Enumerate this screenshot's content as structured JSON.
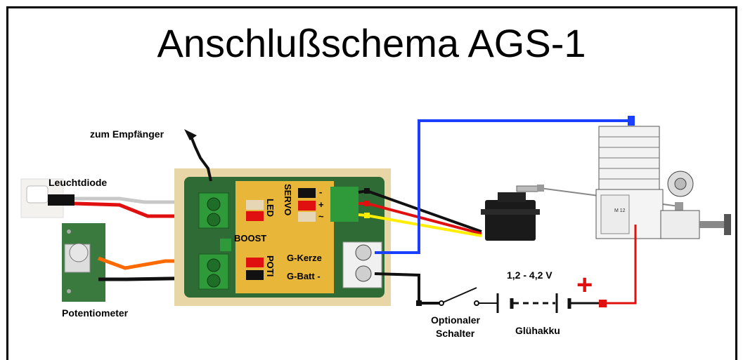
{
  "title": "Anschlußschema AGS-1",
  "labels": {
    "receiver": "zum Empfänger",
    "led": "Leuchtdiode",
    "potentiometer": "Potentiometer",
    "voltage": "1,2 - 4,2 V",
    "battery": "Glühakku",
    "switch_line1": "Optionaler",
    "switch_line2": "Schalter",
    "plus": "+"
  },
  "board": {
    "servo": "SERVO",
    "led": "LED",
    "boost": "BOOST",
    "poti": "POTI",
    "g_kerze": "G-Kerze",
    "g_batt": "G-Batt -",
    "pin_minus": "-",
    "pin_plus": "+",
    "pin_signal": "~"
  },
  "engine_mark": "M 12",
  "colors": {
    "blue_wire": "#1a3fff",
    "red_wire": "#e01010",
    "orange_wire": "#ff6a00",
    "yellow_wire": "#ffee00",
    "board_bg": "#e8d6a6",
    "terminal_green": "#2f9a3a",
    "pcb_green": "#3b7a3f"
  }
}
